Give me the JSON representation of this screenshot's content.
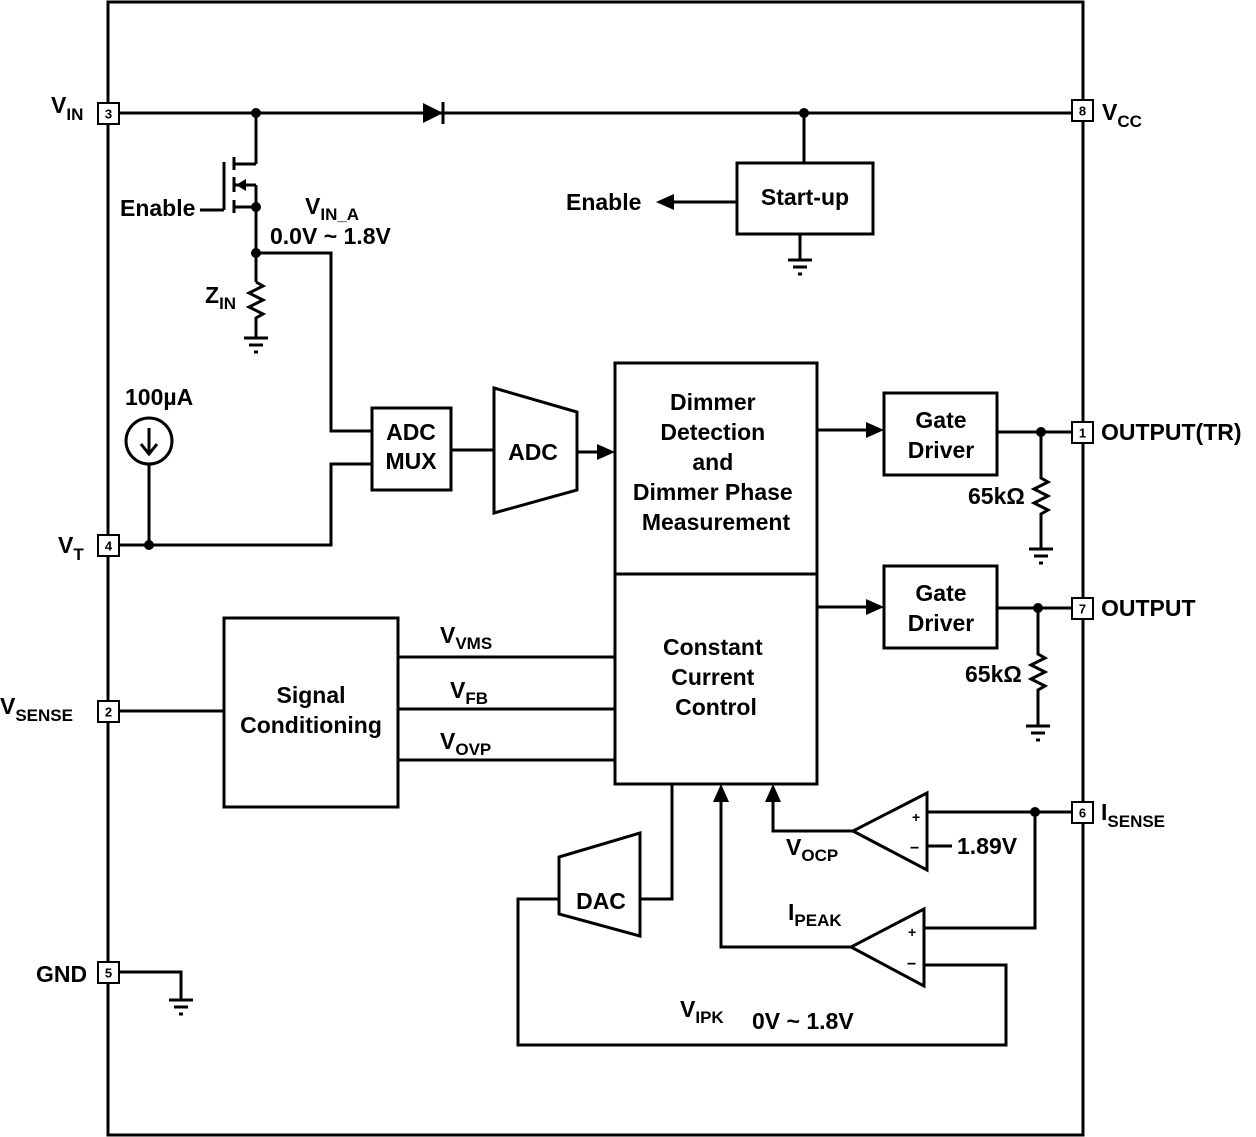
{
  "pins": [
    {
      "num": "3",
      "label": "V",
      "sub": "IN"
    },
    {
      "num": "4",
      "label": "V",
      "sub": "T"
    },
    {
      "num": "2",
      "label": "V",
      "sub": "SENSE"
    },
    {
      "num": "5",
      "label": "GND",
      "sub": ""
    },
    {
      "num": "8",
      "label": "V",
      "sub": "CC"
    },
    {
      "num": "1",
      "label": "OUTPUT(TR)",
      "sub": ""
    },
    {
      "num": "7",
      "label": "OUTPUT",
      "sub": ""
    },
    {
      "num": "6",
      "label": "I",
      "sub": "SENSE"
    }
  ],
  "blocks": {
    "startup": "Start-up",
    "adc_mux": [
      "ADC",
      "MUX"
    ],
    "adc": "ADC",
    "dimmer": [
      "Dimmer",
      "Detection",
      "and",
      "Dimmer Phase",
      "Measurement"
    ],
    "ccc": [
      "Constant",
      "Current",
      "Control"
    ],
    "gate_driver_1": [
      "Gate",
      "Driver"
    ],
    "gate_driver_2": [
      "Gate",
      "Driver"
    ],
    "signal_conditioning": [
      "Signal",
      "Conditioning"
    ],
    "dac": "DAC"
  },
  "labels": {
    "enable_left": "Enable",
    "enable_right": "Enable",
    "vin_a": {
      "main": "V",
      "sub": "IN_A"
    },
    "vin_a_range": "0.0V ~ 1.8V",
    "zin": {
      "main": "Z",
      "sub": "IN"
    },
    "current_source": "100µA",
    "resistor_1": "65kΩ",
    "resistor_2": "65kΩ",
    "vvms": {
      "main": "V",
      "sub": "VMS"
    },
    "vfb": {
      "main": "V",
      "sub": "FB"
    },
    "vovp": {
      "main": "V",
      "sub": "OVP"
    },
    "vocp": {
      "main": "V",
      "sub": "OCP"
    },
    "ocp_ref": "1.89V",
    "ipeak": {
      "main": "I",
      "sub": "PEAK"
    },
    "vipk": {
      "main": "V",
      "sub": "IPK"
    },
    "vipk_range": "0V ~ 1.8V",
    "plus_sign": "+",
    "minus_sign": "−"
  }
}
